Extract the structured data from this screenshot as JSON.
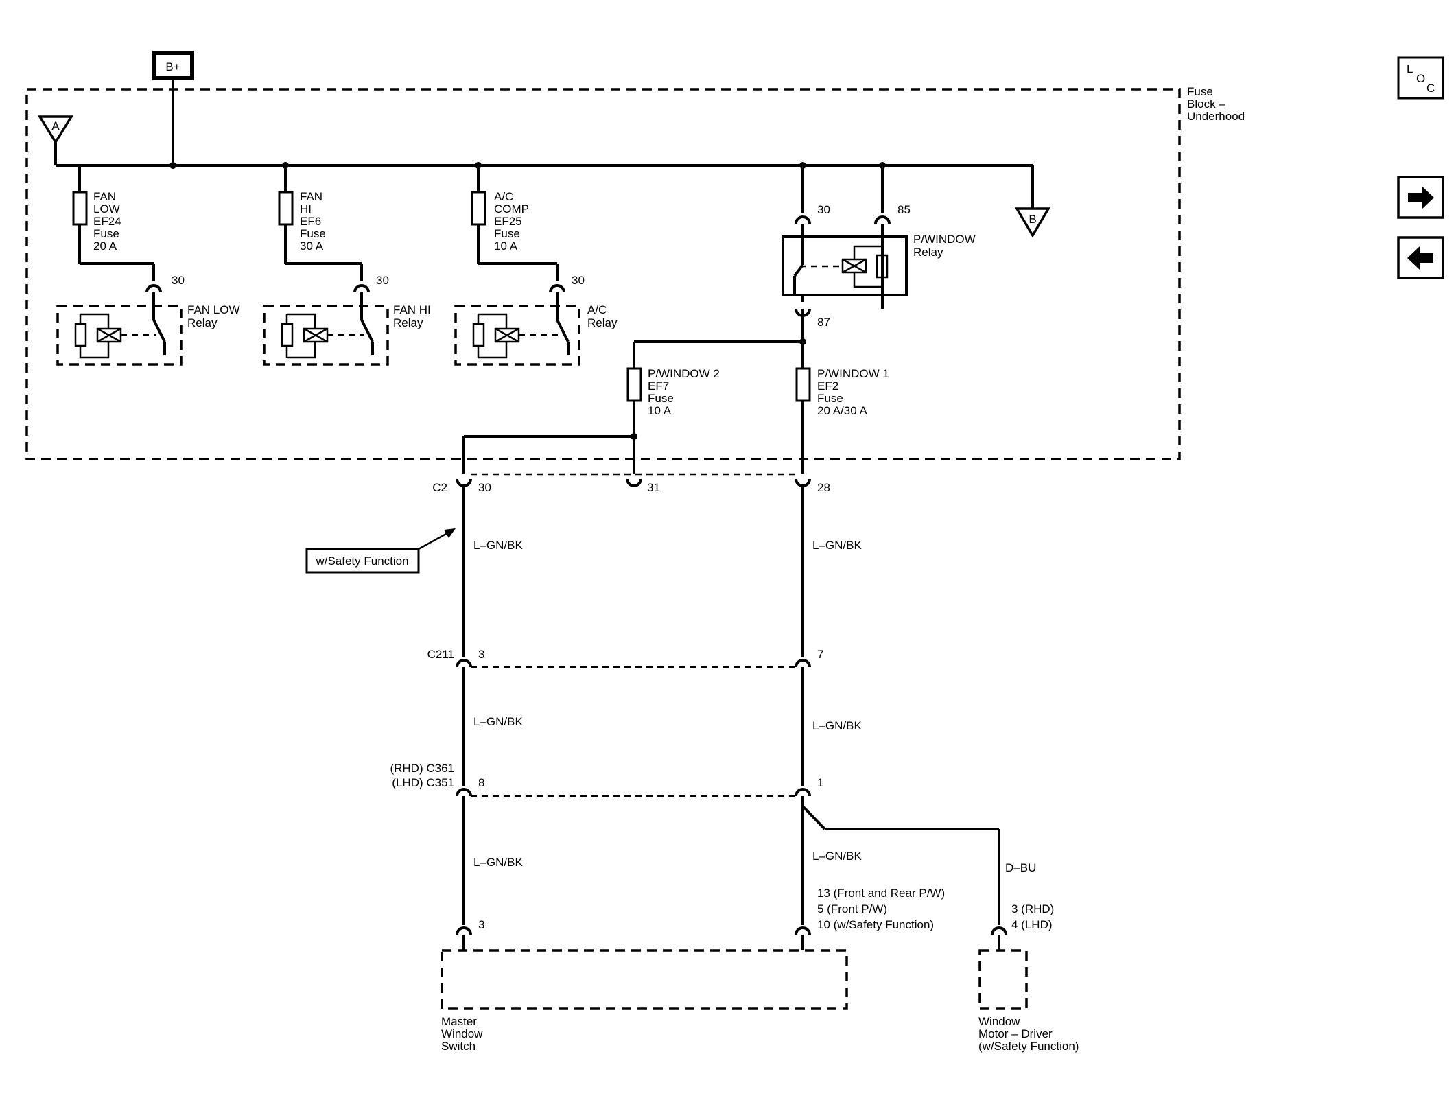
{
  "power": {
    "bplus": "B+"
  },
  "offpage": {
    "a": "A",
    "b": "B"
  },
  "fuse_block": {
    "title_1": "Fuse",
    "title_2": "Block –",
    "title_3": "Underhood"
  },
  "fuses": {
    "fan_low": [
      "FAN",
      "LOW",
      "EF24",
      "Fuse",
      "20 A"
    ],
    "fan_hi": [
      "FAN",
      "HI",
      "EF6",
      "Fuse",
      "30 A"
    ],
    "ac_comp": [
      "A/C",
      "COMP",
      "EF25",
      "Fuse",
      "10 A"
    ],
    "pwin2": [
      "P/WINDOW 2",
      "EF7",
      "Fuse",
      "10 A"
    ],
    "pwin1": [
      "P/WINDOW 1",
      "EF2",
      "Fuse",
      "20 A/30 A"
    ]
  },
  "relays": {
    "fan_low": [
      "FAN LOW",
      "Relay"
    ],
    "fan_hi": [
      "FAN HI",
      "Relay"
    ],
    "ac": [
      "A/C",
      "Relay"
    ],
    "pwin": [
      "P/WINDOW",
      "Relay"
    ]
  },
  "pins": {
    "fan_low_30": "30",
    "fan_hi_30": "30",
    "ac_30": "30",
    "pw_30": "30",
    "pw_85": "85",
    "pw_87": "87",
    "c2_30": "30",
    "c2_31": "31",
    "c2_28": "28",
    "c211_3": "3",
    "c211_7": "7",
    "c351_8": "8",
    "c351_1": "1",
    "sw_3": "3"
  },
  "connectors": {
    "c2": "C2",
    "c211": "C211",
    "c361": "(RHD) C361",
    "c351": "(LHD) C351"
  },
  "callout": {
    "safety": "w/Safety Function"
  },
  "wires": {
    "left_1": "L–GN/BK",
    "right_1": "L–GN/BK",
    "left_2": "L–GN/BK",
    "right_2": "L–GN/BK",
    "left_3": "L–GN/BK",
    "right_3": "L–GN/BK",
    "motor": "D–BU"
  },
  "switch_pins": [
    "13 (Front and Rear P/W)",
    "5 (Front P/W)",
    "10 (w/Safety Function)"
  ],
  "motor_pins": [
    "3 (RHD)",
    "4 (LHD)"
  ],
  "components": {
    "master_switch": [
      "Master",
      "Window",
      "Switch"
    ],
    "motor": [
      "Window",
      "Motor – Driver",
      "(w/Safety Function)"
    ]
  },
  "nav": {
    "loc_l": "L",
    "loc_o": "O",
    "loc_c": "C"
  },
  "icons": {
    "forward": "arrow-right-icon",
    "back": "arrow-left-icon",
    "location": "loc-icon"
  }
}
